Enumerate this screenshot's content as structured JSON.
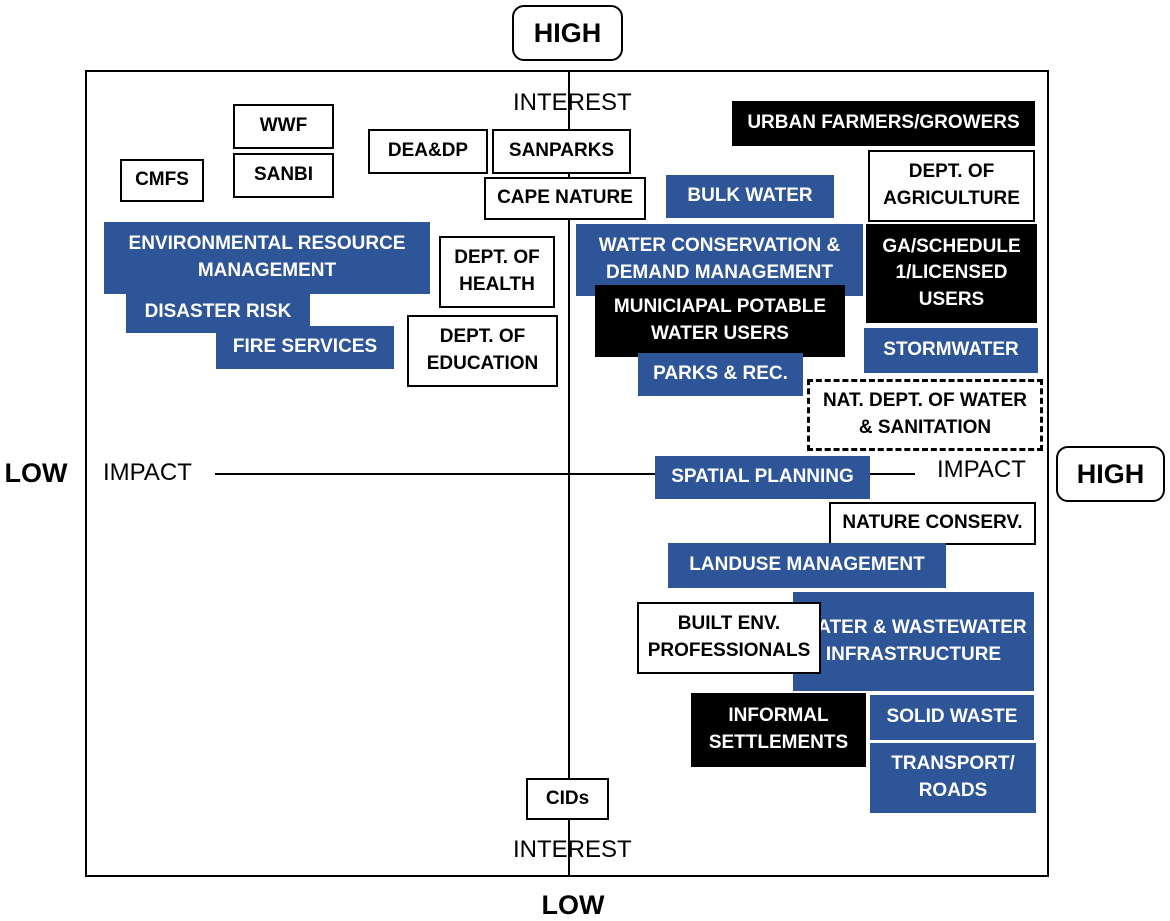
{
  "edges": {
    "top": "HIGH",
    "bottom": "LOW",
    "left": "LOW",
    "right": "HIGH"
  },
  "axes": {
    "interest_top": "INTEREST",
    "interest_bottom": "INTEREST",
    "impact_left": "IMPACT",
    "impact_right": "IMPACT"
  },
  "colors": {
    "blue": "#2e5597",
    "black": "#000000",
    "white": "#ffffff"
  },
  "stakeholders": {
    "wwf": "WWF",
    "sanbi": "SANBI",
    "cmfs": "CMFS",
    "dea_dp": "DEA&DP",
    "sanparks": "SANPARKS",
    "cape_nature": "CAPE NATURE",
    "urban_farmers": "URBAN FARMERS/GROWERS",
    "dept_agriculture": "DEPT. OF AGRICULTURE",
    "bulk_water": "BULK WATER",
    "env_resource_mgmt": "ENVIRONMENTAL RESOURCE MANAGEMENT",
    "disaster_risk": "DISASTER RISK",
    "fire_services": "FIRE SERVICES",
    "dept_health": "DEPT. OF HEALTH",
    "dept_education": "DEPT. OF EDUCATION",
    "water_conservation": "WATER CONSERVATION & DEMAND MANAGEMENT",
    "ga_schedule": "GA/SCHEDULE 1/LICENSED USERS",
    "municipal_potable": "MUNICIAPAL POTABLE WATER USERS",
    "stormwater": "STORMWATER",
    "parks_rec": "PARKS & REC.",
    "nat_dept_water": "NAT. DEPT. OF WATER & SANITATION",
    "spatial_planning": "SPATIAL PLANNING",
    "nature_conserv": "NATURE CONSERV.",
    "landuse_mgmt": "LANDUSE MANAGEMENT",
    "built_env": "BUILT ENV. PROFESSIONALS",
    "water_wastewater": "WATER & WASTEWATER INFRASTRUCTURE",
    "informal_settlements": "INFORMAL SETTLEMENTS",
    "solid_waste": "SOLID WASTE",
    "transport_roads": "TRANSPORT/ ROADS",
    "cids": "CIDs"
  }
}
